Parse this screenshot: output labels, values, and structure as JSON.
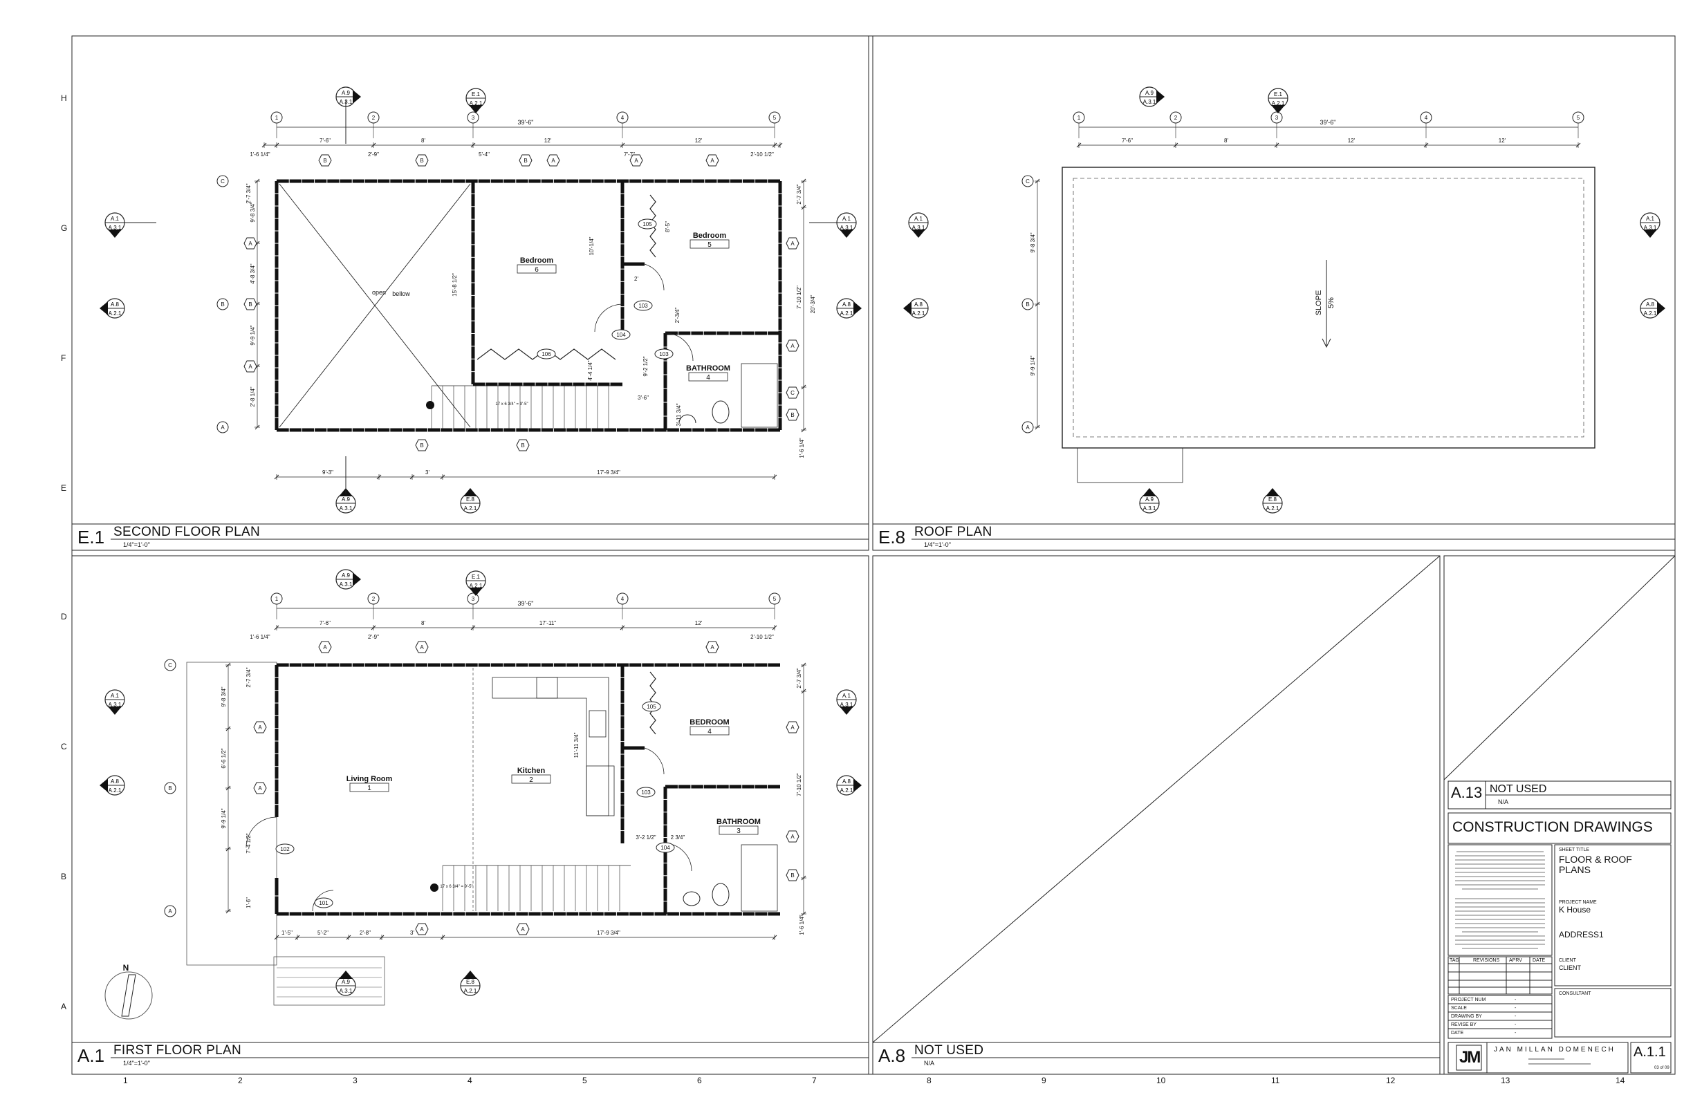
{
  "sheet": {
    "row_labels": [
      "H",
      "G",
      "F",
      "E",
      "D",
      "C",
      "B",
      "A"
    ],
    "col_labels": [
      "1",
      "2",
      "3",
      "4",
      "5",
      "6",
      "7",
      "8",
      "9",
      "10",
      "11",
      "12",
      "13",
      "14"
    ]
  },
  "views": {
    "second_floor": {
      "id": "E.1",
      "title": "SECOND FLOOR PLAN",
      "scale": "1/4\"=1'-0\""
    },
    "roof": {
      "id": "E.8",
      "title": "ROOF PLAN",
      "scale": "1/4\"=1'-0\""
    },
    "first_floor": {
      "id": "A.1",
      "title": "FIRST FLOOR PLAN",
      "scale": "1/4\"=1'-0\""
    },
    "unused_a8": {
      "id": "A.8",
      "title": "NOT USED",
      "scale": "N/A"
    },
    "unused_a13": {
      "id": "A.13",
      "title": "NOT USED",
      "scale": "N/A"
    }
  },
  "plans": {
    "grid_cols": [
      "1",
      "2",
      "3",
      "4",
      "5"
    ],
    "grid_rows": [
      "C",
      "B",
      "A"
    ],
    "overall_dim": "39'-6\"",
    "second_dims_top": [
      "1'-6 1/4\"",
      "7'-6\"",
      "2'-9\"",
      "8'",
      "5'-4\"",
      "12'",
      "7'-7\"",
      "12'",
      "2'-10 1/2\""
    ],
    "first_dims_top": [
      "1'-6 1/4\"",
      "7'-6\"",
      "2'-9\"",
      "8'",
      "17'-11\"",
      "12'",
      "2'-10 1/2\""
    ],
    "second_dims_bottom": [
      "9'-3\"",
      "3'",
      "17'-9 3/4\""
    ],
    "first_dims_bottom": [
      "1'-5\"",
      "5'-2\"",
      "2'-8\"",
      "3'",
      "17'-9 3/4\""
    ],
    "second_dims_left": [
      "2'-7 3/4\"",
      "9'-8 3/4\"",
      "4'-8 3/4\"",
      "9'-9 1/4\"",
      "2'-8 1/4\""
    ],
    "first_dims_left": [
      "2'-7 3/4\"",
      "9'-8 3/4\"",
      "6'-6 1/2\"",
      "9'-9 1/4\"",
      "7'-4 1/2\"",
      "1'-6\""
    ],
    "second_dims_right": [
      "2'-7 3/4\"",
      "20'-3/4\"",
      "7'-10 1/2\"",
      "1'-6 1/4\""
    ],
    "first_dims_right": [
      "2'-7 3/4\"",
      "7'-10 1/2\"",
      "1'-6 1/4\""
    ],
    "roof_dims_top": [
      "7'-6\"",
      "8'",
      "12'",
      "12'"
    ],
    "roof_dims_left": [
      "9'-8 3/4\"",
      "9'-9 1/4\""
    ],
    "second_rooms": [
      {
        "name": "Bedroom",
        "num": "6"
      },
      {
        "name": "Bedroom",
        "num": "5"
      },
      {
        "name": "BATHROOM",
        "num": "4"
      }
    ],
    "first_rooms": [
      {
        "name": "Living Room",
        "num": "1"
      },
      {
        "name": "Kitchen",
        "num": "2"
      },
      {
        "name": "BEDROOM",
        "num": "4"
      },
      {
        "name": "BATHROOM",
        "num": "3"
      }
    ],
    "open_below": [
      "open",
      "bellow"
    ],
    "second_doors": [
      "105",
      "103",
      "104",
      "103",
      "106"
    ],
    "first_doors": [
      "105",
      "103",
      "104",
      "102",
      "101"
    ],
    "second_interior_dims": [
      "10'-1/4\"",
      "15'-8 1/2\"",
      "2'",
      "2'-3/4\"",
      "9'-2 1/2\"",
      "4'-4 1/4\"",
      "3'-6\"",
      "3'-11 3/4\"",
      "8'-5\""
    ],
    "first_interior_dims": [
      "11'-11 3/4\"",
      "3'-2 1/2\"",
      "2 3/4\""
    ],
    "stair_note": "17 x 6 3/4\" = 9'-5\"",
    "slope_label": "SLOPE",
    "slope_pct": "5%",
    "window_tags": [
      "B",
      "A",
      "C"
    ],
    "north": "N",
    "section_markers": {
      "top": [
        [
          "A.9",
          "A.3.1"
        ],
        [
          "E.1",
          "A.2.1"
        ]
      ],
      "side": [
        [
          "A.1",
          "A.3.1"
        ],
        [
          "A.8",
          "A.2.1"
        ]
      ],
      "bottom": [
        [
          "A.9",
          "A.3.1"
        ],
        [
          "E.8",
          "A.2.1"
        ]
      ]
    }
  },
  "title_block": {
    "heading": "CONSTRUCTION DRAWINGS",
    "sheet_title_label": "SHEET TITLE",
    "sheet_title": "FLOOR & ROOF PLANS",
    "project_name_label": "PROJECT NAME",
    "project_name": "K House",
    "address": "ADDRESS1",
    "client_label": "CLIENT",
    "client": "CLIENT",
    "consultant_label": "CONSULTANT",
    "revision_headers": [
      "TAG",
      "REVISIONS",
      "APRV",
      "DATE"
    ],
    "project_rows": [
      {
        "label": "PROJECT NUM",
        "value": "-"
      },
      {
        "label": "SCALE",
        "value": "-"
      },
      {
        "label": "DRAWING BY",
        "value": "-"
      },
      {
        "label": "REVISE BY",
        "value": "-"
      },
      {
        "label": "DATE",
        "value": "-"
      }
    ],
    "logo": "JM",
    "firm": "JAN MILLAN DOMENECH",
    "sheet_number": "A.1.1",
    "sheet_count": "03 of 09"
  }
}
